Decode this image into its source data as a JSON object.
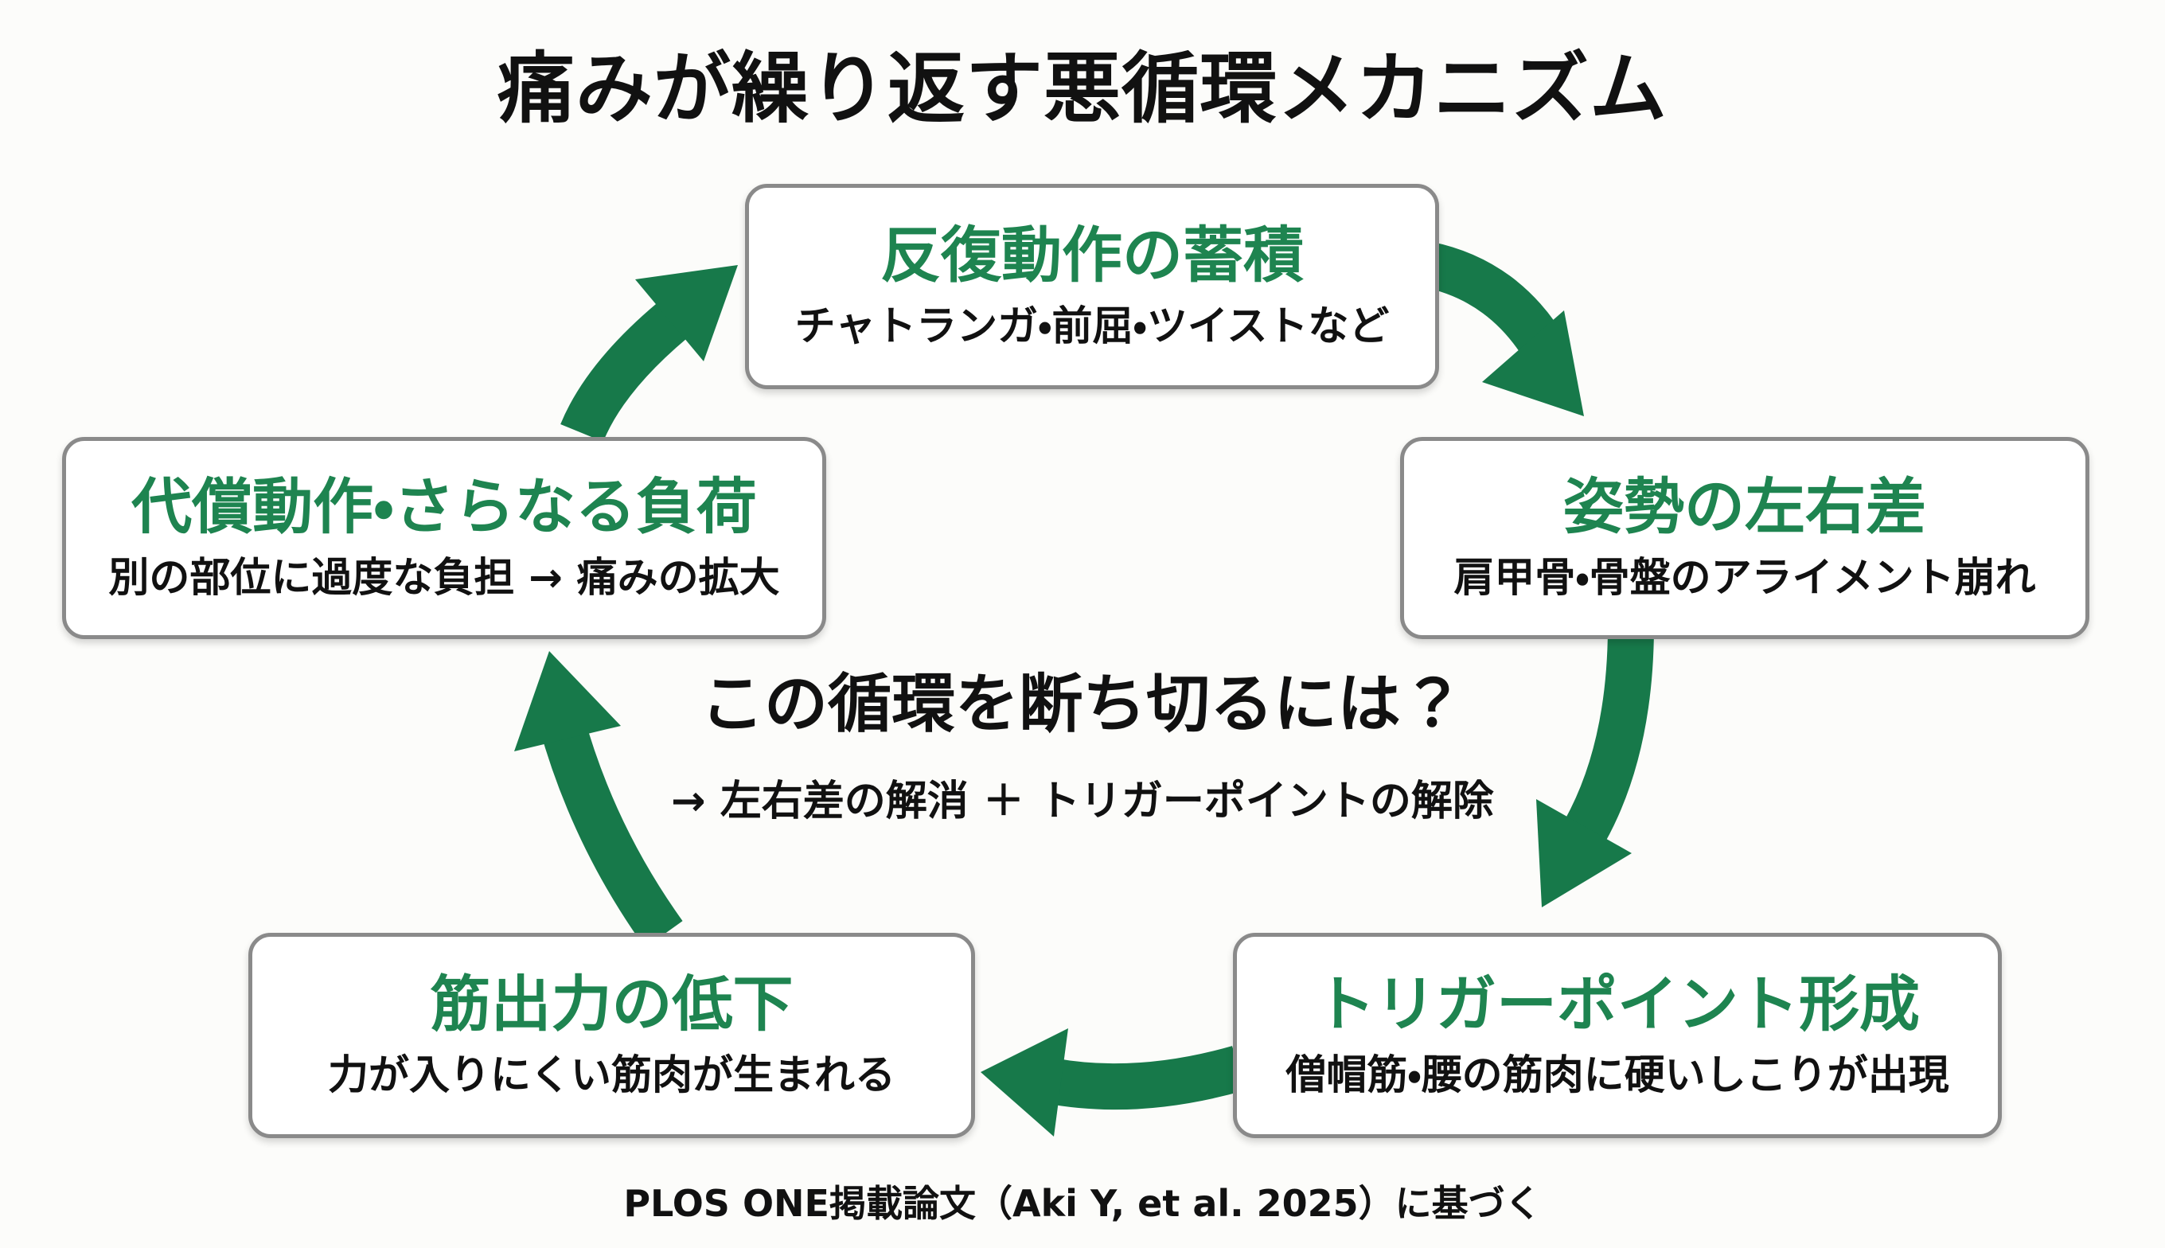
{
  "title": "痛みが繰り返す悪循環メカニズム",
  "colors": {
    "heading_green": "#1e8450",
    "arrow_green": "#17794a",
    "box_border": "#8a8a8a",
    "text_black": "#111111",
    "background": "#fcfcfa"
  },
  "cycle": {
    "nodes": [
      {
        "id": "repetitive-motion",
        "title": "反復動作の蓄積",
        "subtitle": "チャトランガ・前屈・ツイストなど"
      },
      {
        "id": "posture-asymmetry",
        "title": "姿勢の左右差",
        "subtitle": "肩甲骨・骨盤のアライメント崩れ"
      },
      {
        "id": "trigger-point",
        "title": "トリガーポイント形成",
        "subtitle": "僧帽筋・腰の筋肉に硬いしこりが出現"
      },
      {
        "id": "muscle-weakness",
        "title": "筋出力の低下",
        "subtitle": "力が入りにくい筋肉が生まれる"
      },
      {
        "id": "compensation",
        "title": "代償動作・さらなる負荷",
        "subtitle": "別の部位に過度な負担 → 痛みの拡大"
      }
    ],
    "edges": [
      [
        "repetitive-motion",
        "posture-asymmetry"
      ],
      [
        "posture-asymmetry",
        "trigger-point"
      ],
      [
        "trigger-point",
        "muscle-weakness"
      ],
      [
        "muscle-weakness",
        "compensation"
      ],
      [
        "compensation",
        "repetitive-motion"
      ]
    ]
  },
  "center": {
    "title": "この循環を断ち切るには？",
    "subtitle": "→ 左右差の解消 ＋ トリガーポイントの解除"
  },
  "footer": "PLOS ONE掲載論文（Aki Y, et al. 2025）に基づく"
}
